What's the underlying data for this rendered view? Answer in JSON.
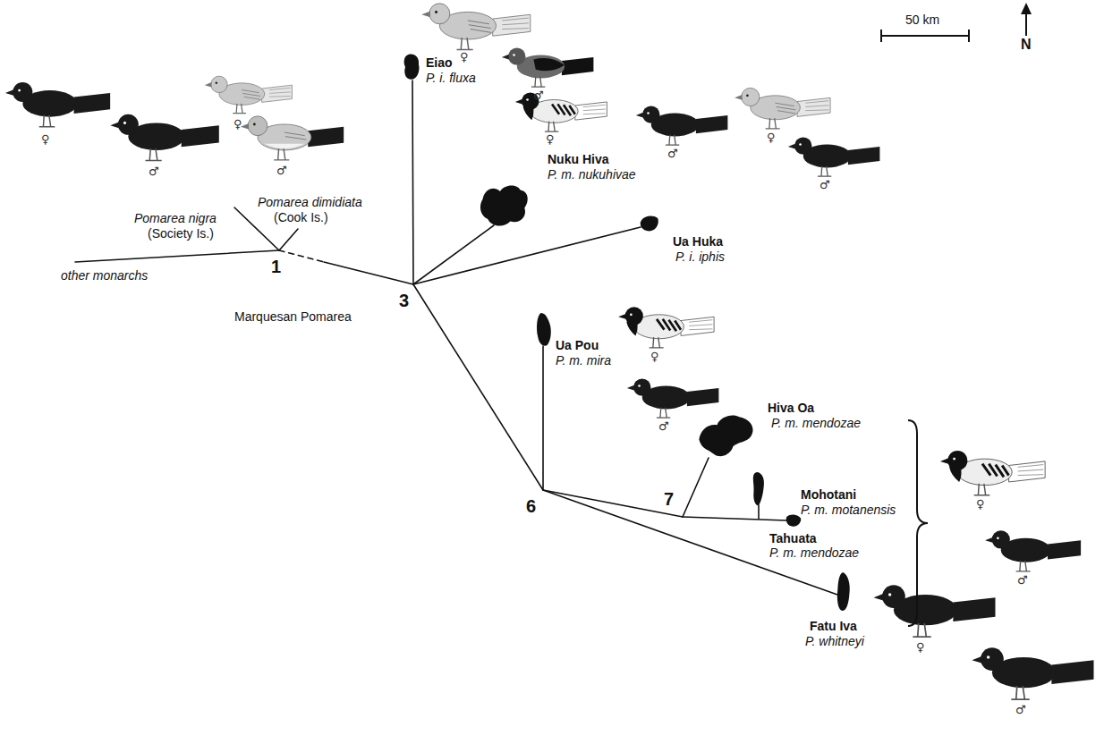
{
  "diagram": {
    "nodes": [
      {
        "text": [
          "Eiao",
          "P. i. fluxa"
        ]
      },
      {
        "text": [
          "Nuku Hiva",
          "P. m. nukuhivae"
        ]
      },
      {
        "text": [
          "Ua Huka",
          "P. i. iphis"
        ]
      },
      {
        "text": [
          "Ua Pou",
          "P. m. mira"
        ]
      },
      {
        "text": [
          "Hiva Oa",
          "P. m. mendozae"
        ]
      },
      {
        "text": [
          "Mohotani",
          "P. m. motanensis"
        ]
      },
      {
        "text": [
          "Tahuata",
          "P. m. mendozae"
        ]
      },
      {
        "text": [
          "Fatu Iva",
          "P. whitneyi"
        ]
      }
    ],
    "labels": [
      "50 km",
      "N",
      "other monarchs",
      "1",
      "Pomarea nigra",
      "(Society Is.)",
      "Pomarea dimidiata",
      "(Cook Is.)",
      "3",
      "Marquesan Pomarea",
      "6",
      "7",
      "♀",
      "♂",
      "♀",
      "♂",
      "♀",
      "♂",
      "♀",
      "♂",
      "♀",
      "♂",
      "♀",
      "♂",
      "♀",
      "♂",
      "♀",
      "♂"
    ]
  }
}
